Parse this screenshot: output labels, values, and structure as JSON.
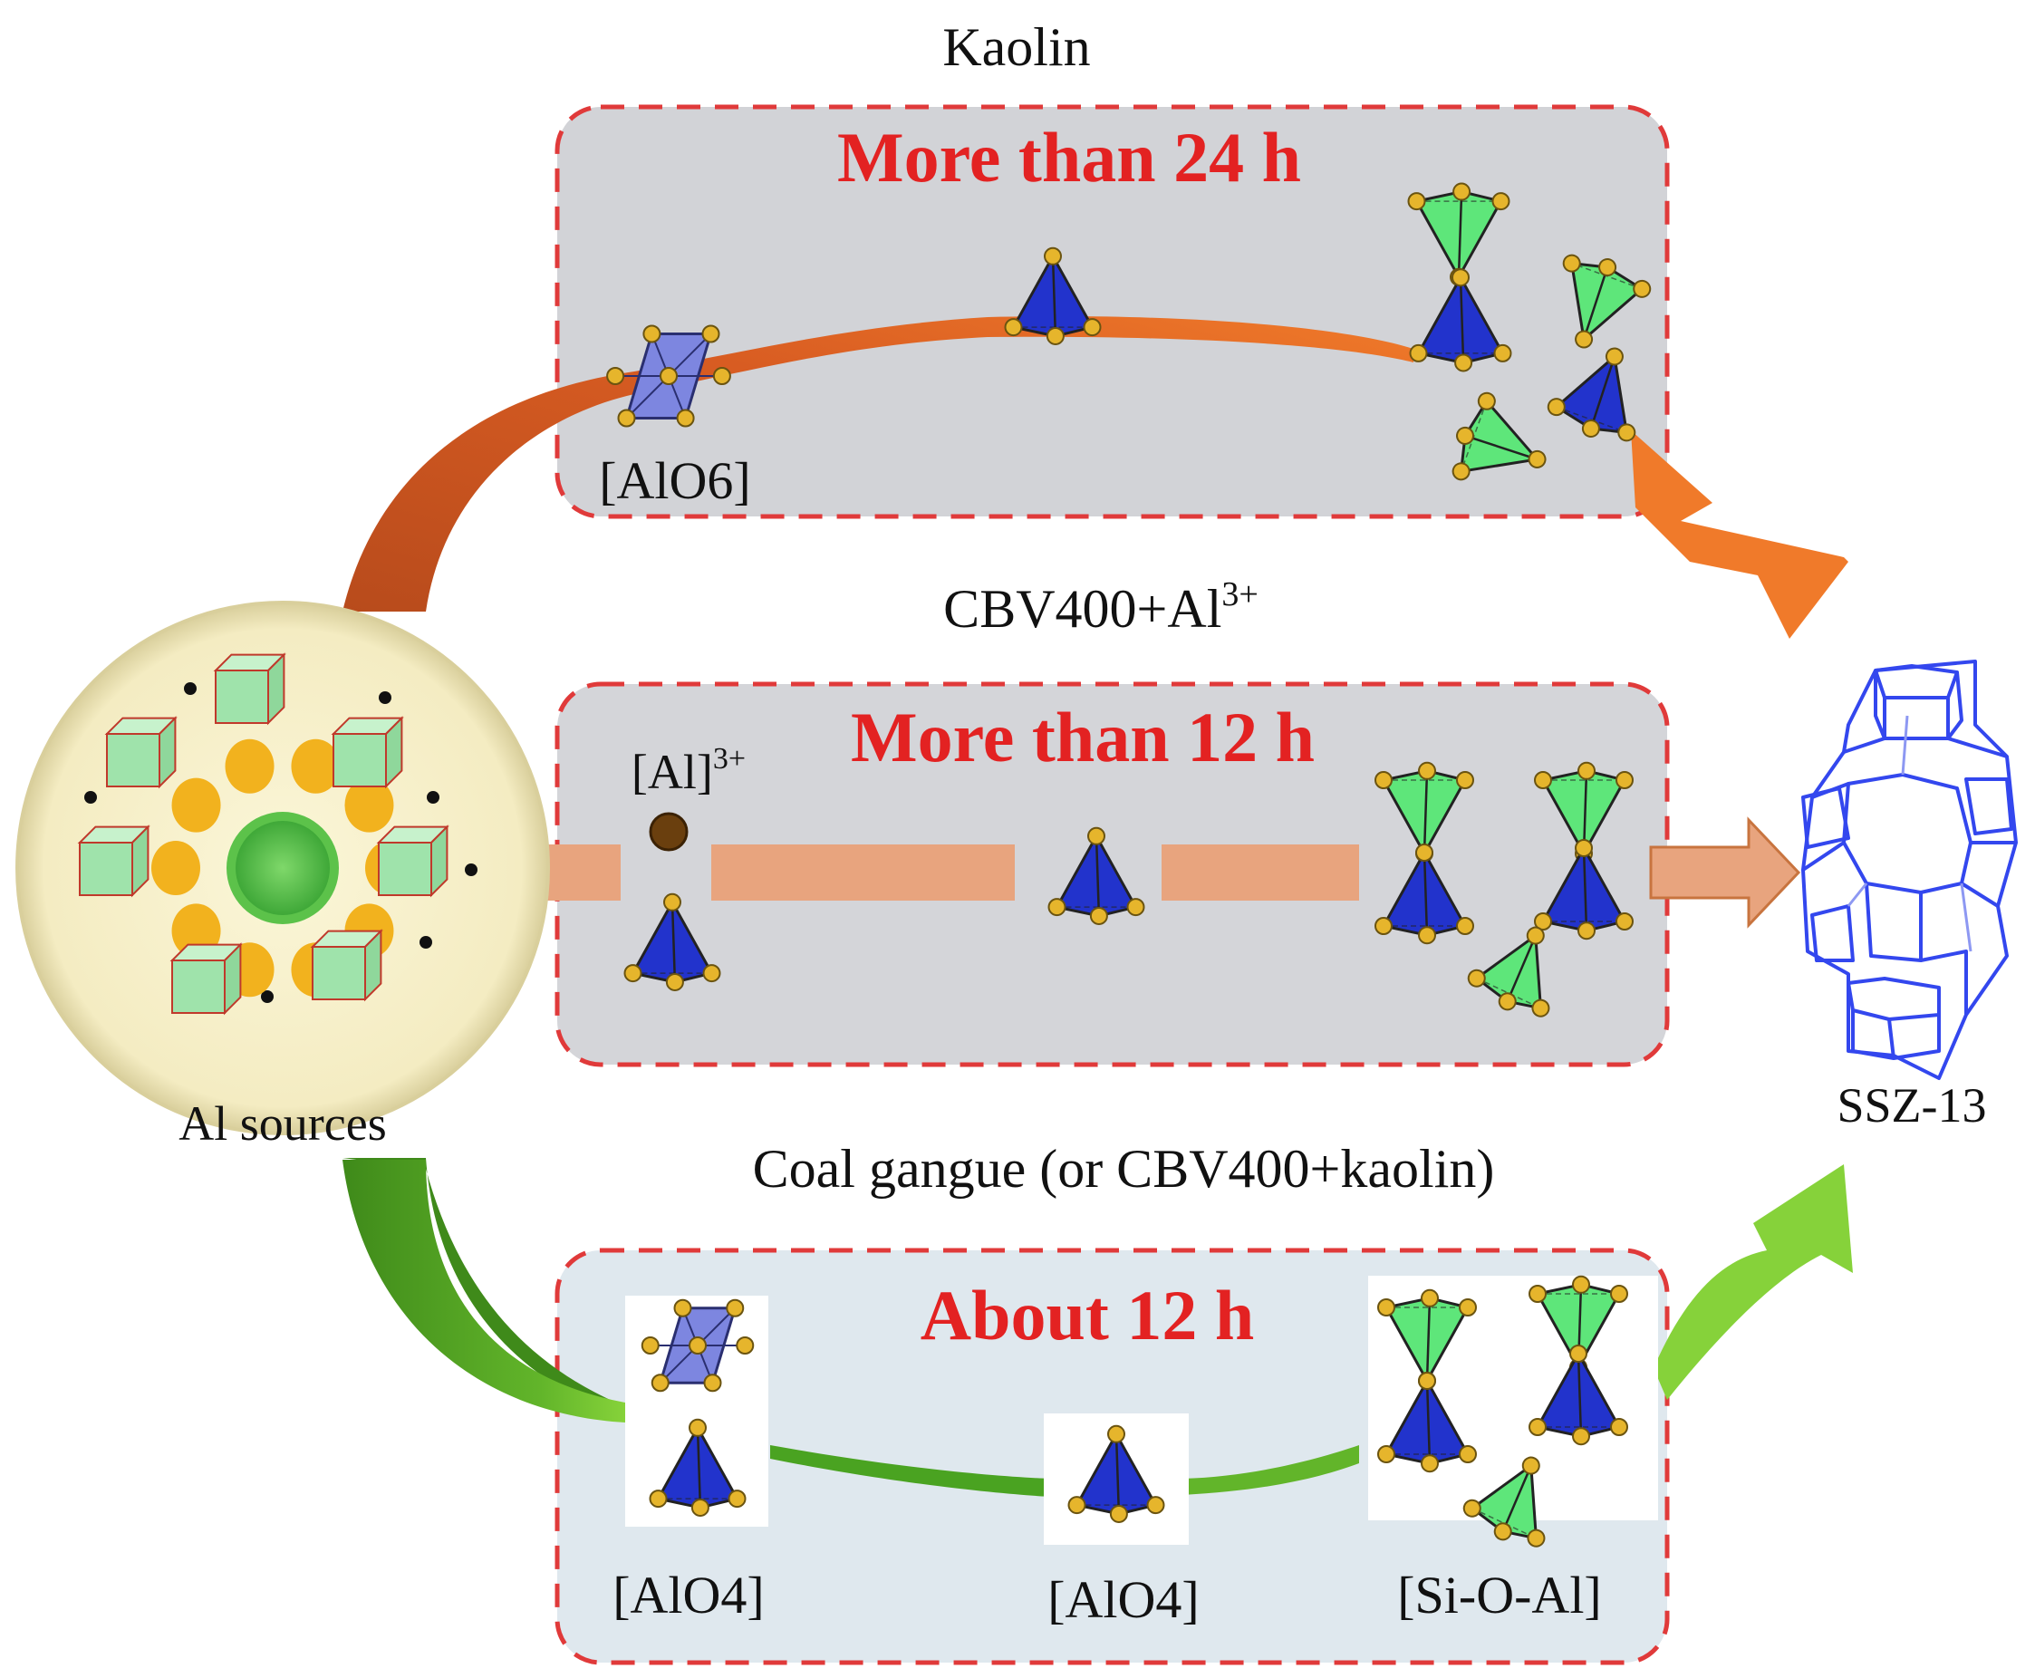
{
  "routes": {
    "top": {
      "source_label": "Kaolin",
      "time_label": "More than 24 h",
      "species_label": "[AlO6]"
    },
    "middle": {
      "source_label": "CBV400+Al",
      "source_charge": "3+",
      "time_label": "More than 12 h",
      "ion_label": "[Al]",
      "ion_charge": "3+"
    },
    "bottom": {
      "source_label": "Coal gangue (or CBV400+kaolin)",
      "time_label": "About 12 h",
      "species_labels": [
        "[AlO4]",
        "[AlO4]",
        "[Si-O-Al]"
      ]
    }
  },
  "start": {
    "label": "Al sources"
  },
  "end": {
    "label": "SSZ-13"
  },
  "colors": {
    "time_text": "#e32222",
    "box_border": "#e03a3a",
    "box_fill_gray": "#d2d3d7",
    "box_fill_light": "#dfe8ee",
    "tetra_blue": "#2233cc",
    "tetra_green": "#5ee67a",
    "octa_blue": "#7d86e0",
    "vertex_gold": "#e6b52c",
    "arrow_orange": "#e2662a",
    "arrow_peach": "#e8a47e",
    "arrow_green": "#4aa321",
    "cage_blue": "#3347ee"
  }
}
